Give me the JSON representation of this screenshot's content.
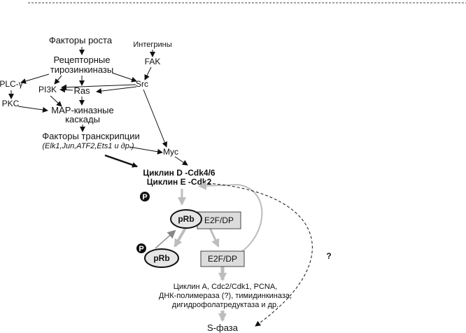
{
  "nodes": {
    "growth_factors": "Факторы роста",
    "integrins": "Интегрины",
    "fak": "FAK",
    "receptor_line1": "Рецепторные",
    "receptor_line2": "тирозинкиназы",
    "plc": "PLC-γ",
    "pi3k": "PI3K",
    "ras": "Ras",
    "src": "Src",
    "pkc": "PKC",
    "map_line1": "MAP-киназные",
    "map_line2": "каскады",
    "tf_line1": "Факторы транскрипции",
    "tf_line2": "(Elk1,Jun,ATF2,Ets1 и др.)",
    "myc": "Myc",
    "cyclin_d": "Циклин D -Cdk4/6",
    "cyclin_e": "Циклин E -Cdk2",
    "p_label": "P",
    "prb": "pRb",
    "e2f_dp": "E2F/DP",
    "question": "?",
    "targets_line1": "Циклин A, Cdc2/Cdk1, PCNA,",
    "targets_line2": "ДНК-полимераза (?), тимидинкиназа,",
    "targets_line3": "дигидрофолатредуктаза и др.",
    "s_phase": "S-фаза"
  }
}
